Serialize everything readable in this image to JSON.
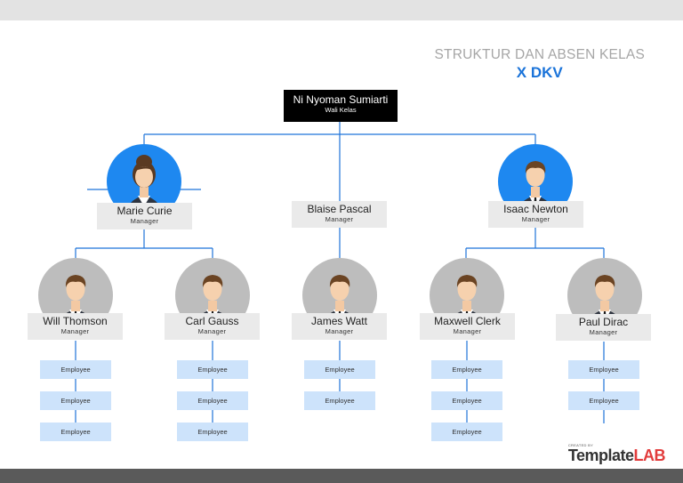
{
  "heading": {
    "line1": "STRUKTUR DAN ABSEN KELAS",
    "line2": "X DKV"
  },
  "top": {
    "name": "Ni Nyoman Sumiarti",
    "role": "Wali Kelas"
  },
  "level2": [
    {
      "name": "Marie Curie",
      "role": "Manager",
      "avatar": "female"
    },
    {
      "name": "Blaise Pascal",
      "role": "Manager",
      "avatar": "none"
    },
    {
      "name": "Isaac Newton",
      "role": "Manager",
      "avatar": "male"
    }
  ],
  "level3": [
    {
      "name": "Will Thomson",
      "role": "Manager",
      "employees": [
        "Employee",
        "Employee",
        "Employee"
      ]
    },
    {
      "name": "Carl Gauss",
      "role": "Manager",
      "employees": [
        "Employee",
        "Employee",
        "Employee"
      ]
    },
    {
      "name": "James Watt",
      "role": "Manager",
      "employees": [
        "Employee",
        "Employee"
      ]
    },
    {
      "name": "Maxwell Clerk",
      "role": "Manager",
      "employees": [
        "Employee",
        "Employee",
        "Employee"
      ]
    },
    {
      "name": "Paul Dirac",
      "role": "Manager",
      "employees": [
        "Employee",
        "Employee"
      ]
    }
  ],
  "logo": {
    "small": "CREATED BY",
    "template": "Template",
    "lab": "LAB"
  },
  "colors": {
    "accent": "#1a73d9",
    "connector": "#1e73d9",
    "avatar_blue": "#1e88f0",
    "avatar_grey": "#bdbdbd",
    "employee_box": "#cde3fb"
  }
}
